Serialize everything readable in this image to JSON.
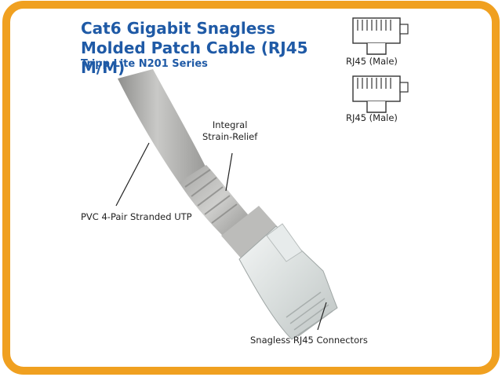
{
  "header": {
    "title": "Cat6 Gigabit Snagless Molded Patch Cable (RJ45 M/M)",
    "subtitle": "Tripp Lite N201 Series"
  },
  "connectors": [
    {
      "label": "RJ45 (Male)"
    },
    {
      "label": "RJ45 (Male)"
    }
  ],
  "callouts": {
    "strain_relief": "Integral\nStrain-Relief",
    "cable": "PVC 4-Pair Stranded UTP",
    "connectors": "Snagless RJ45 Connectors"
  },
  "colors": {
    "frame": "#f0a020",
    "title": "#1f5aa6",
    "cable": "#b7b7b5"
  }
}
